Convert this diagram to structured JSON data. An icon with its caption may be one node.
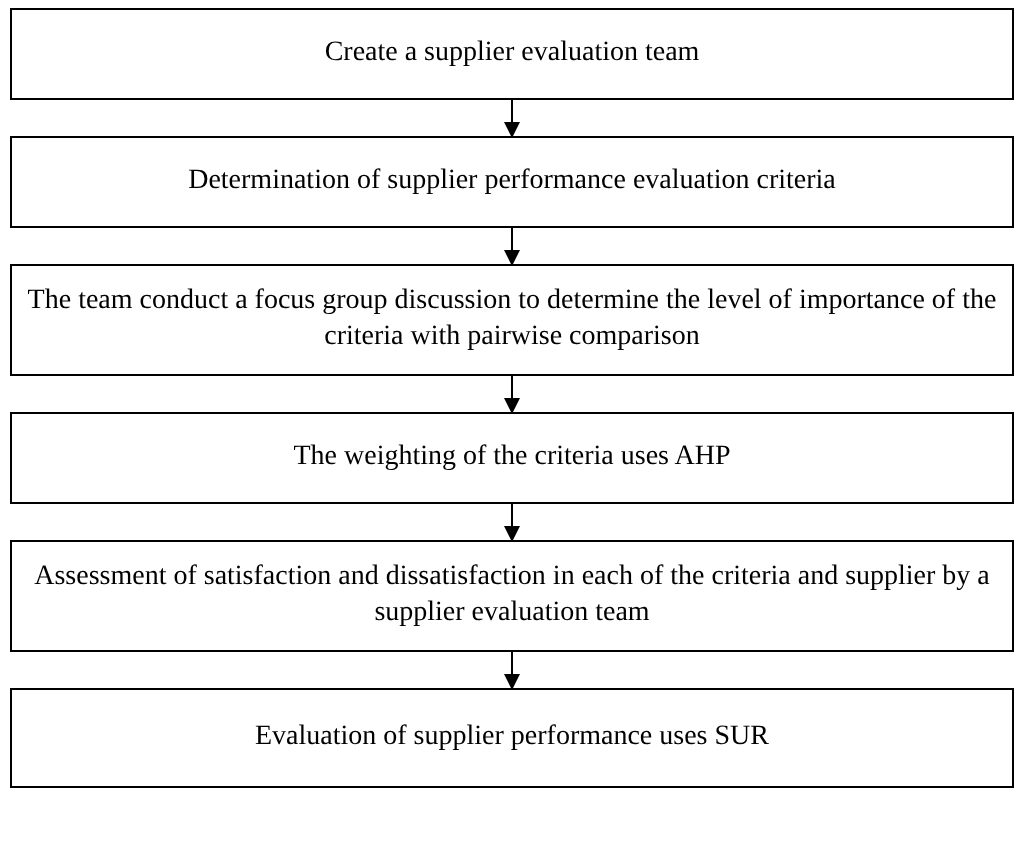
{
  "diagram": {
    "nodes": [
      {
        "text": [
          "Create a supplier evaluation team"
        ]
      },
      {
        "text": [
          "Determination of supplier performance evaluation criteria"
        ]
      },
      {
        "text": [
          "The team conduct a focus group discussion to determine the level of importance of the criteria with pairwise comparison"
        ]
      },
      {
        "text": [
          "The weighting of the criteria uses AHP"
        ]
      },
      {
        "text": [
          "Assessment of satisfaction and dissatisfaction in each of the criteria and supplier by a supplier evaluation team"
        ]
      },
      {
        "text": [
          "Evaluation of supplier performance uses SUR"
        ]
      }
    ],
    "edges": [
      {
        "from": 0,
        "to": 1,
        "arrow": "to"
      },
      {
        "from": 1,
        "to": 2,
        "arrow": "to"
      },
      {
        "from": 2,
        "to": 3,
        "arrow": "to"
      },
      {
        "from": 3,
        "to": 4,
        "arrow": "to"
      },
      {
        "from": 4,
        "to": 5,
        "arrow": "to"
      }
    ]
  }
}
